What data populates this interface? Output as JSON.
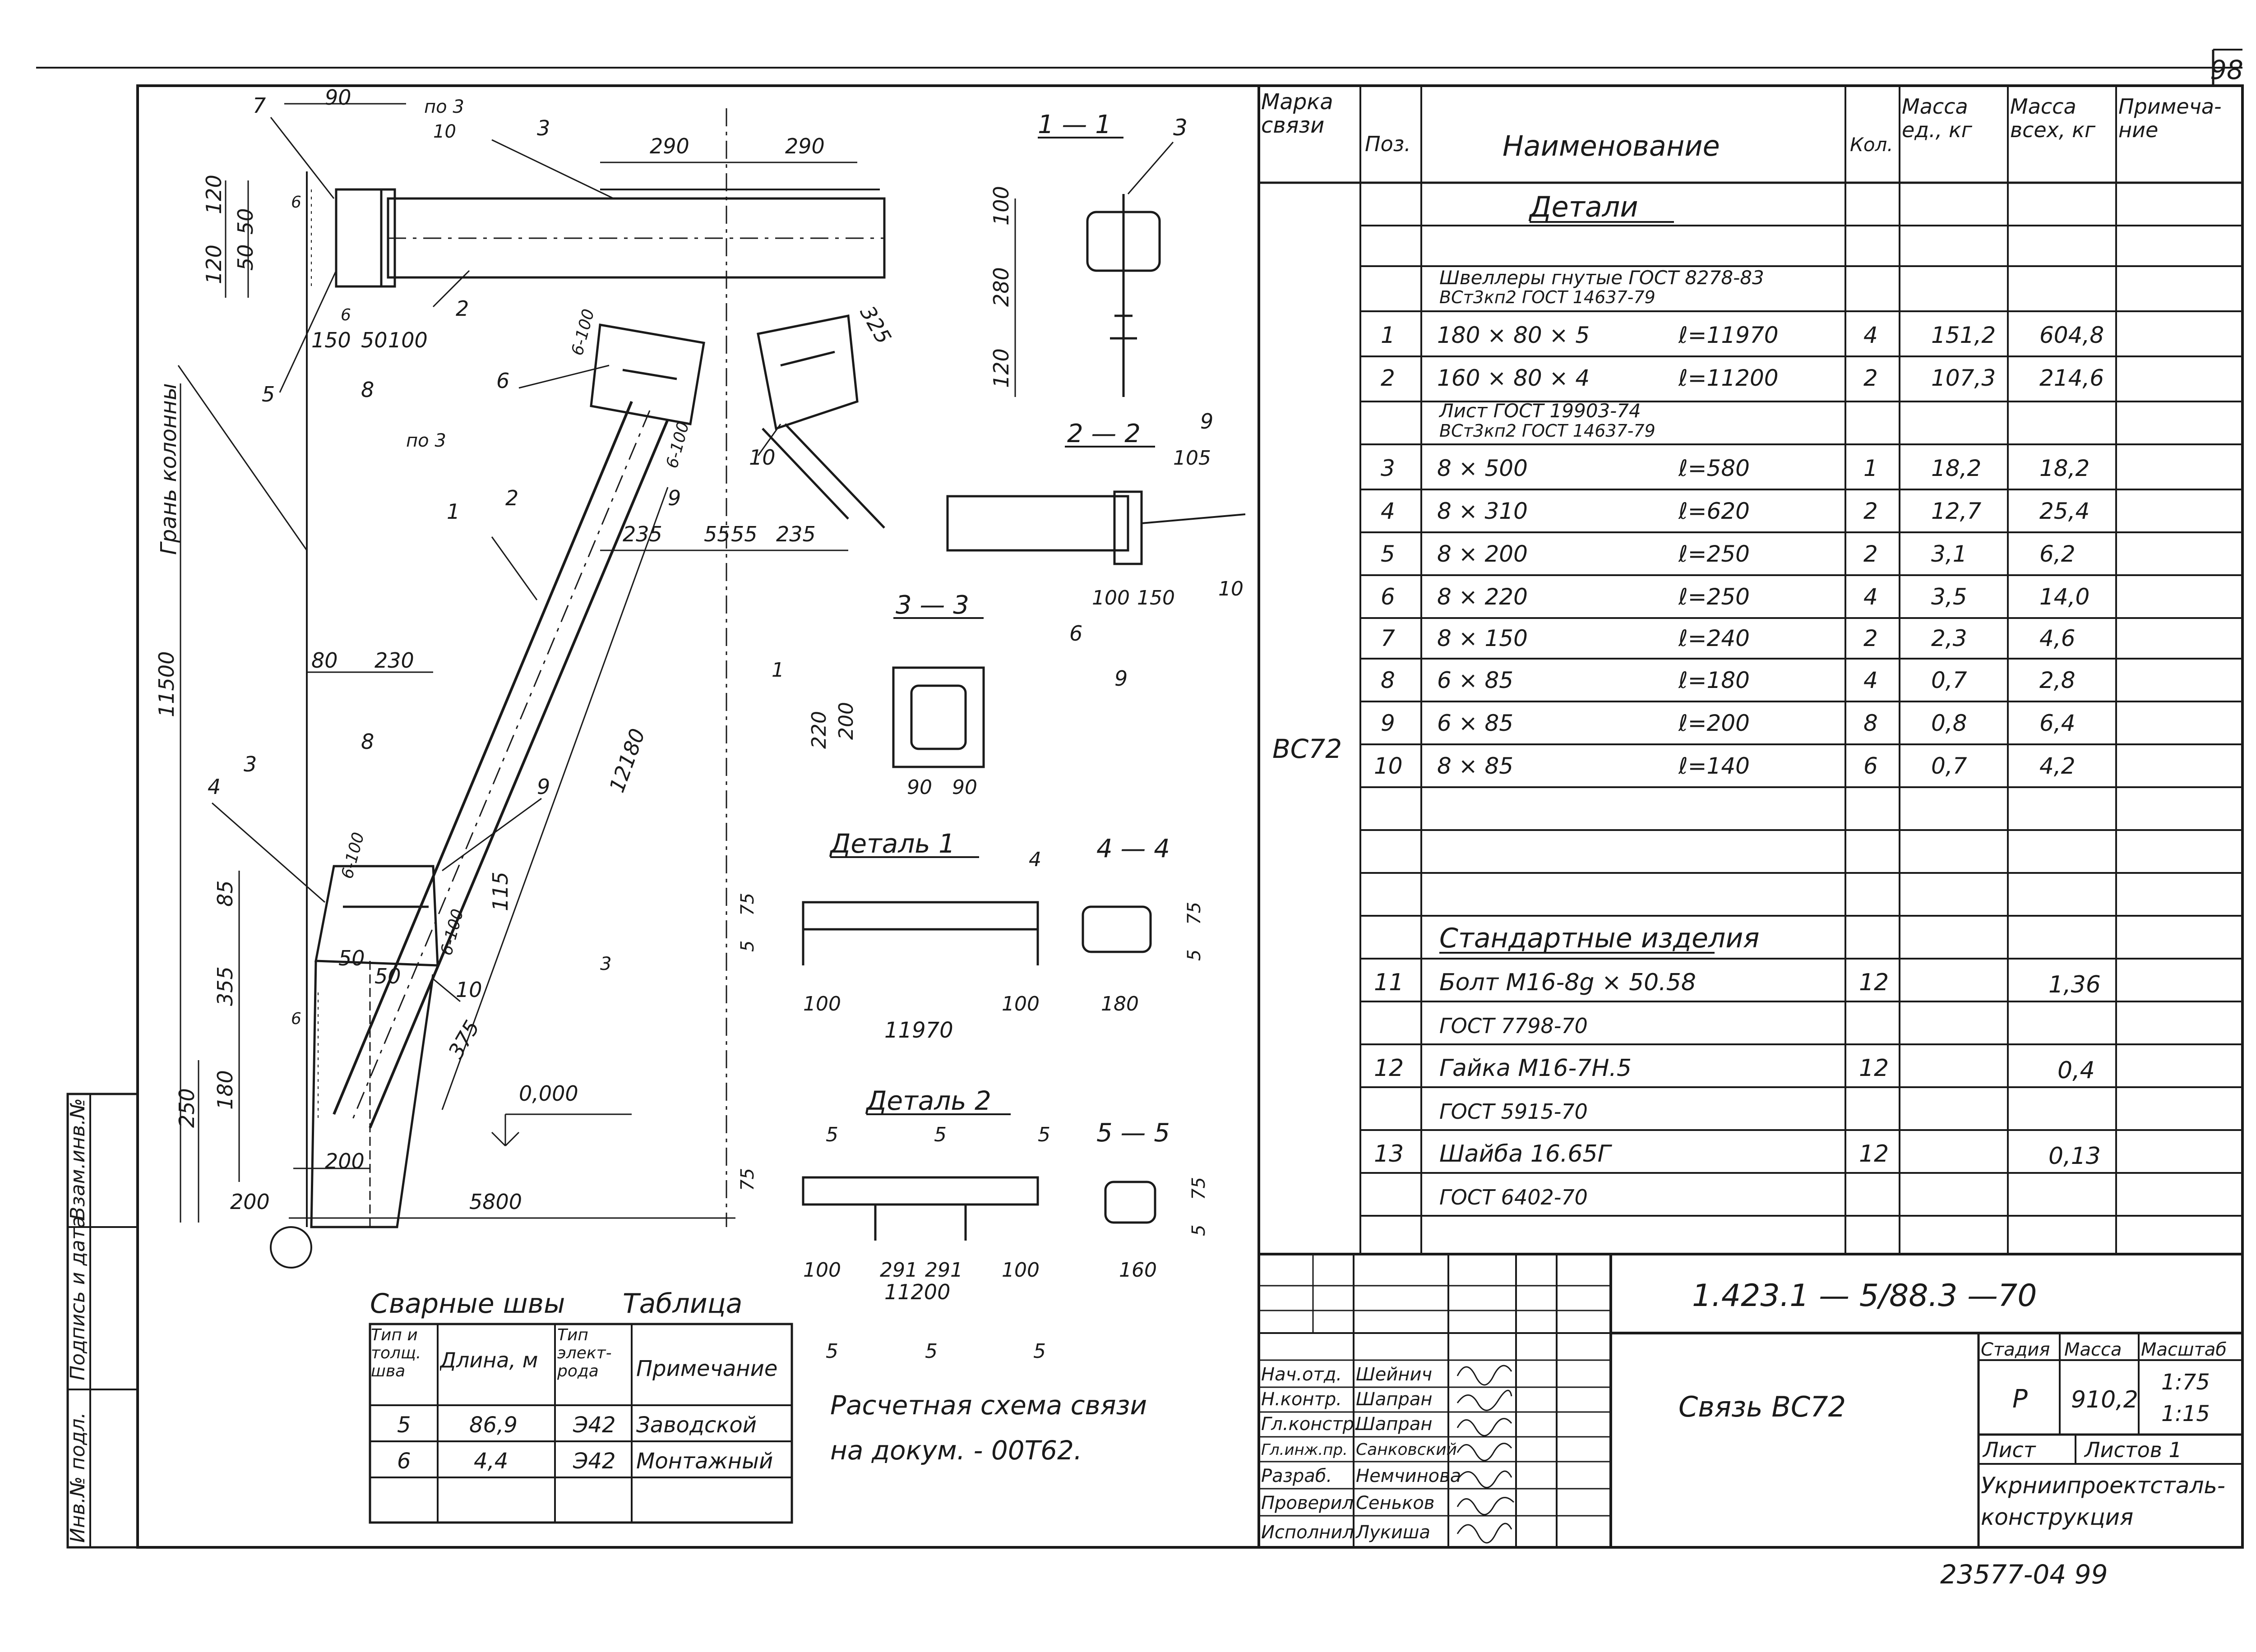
{
  "sheet": {
    "page_number": "98",
    "document_code": "1.423.1 — 5/88.3 —70",
    "title": "Связь ВС72",
    "stage_header": "Стадия",
    "mass_header": "Масса",
    "scale_header": "Масштаб",
    "stage": "Р",
    "mass": "910,2",
    "scale_1": "1:75",
    "scale_2": "1:15",
    "sheet_label": "Лист",
    "sheets_label": "Листов 1",
    "organization_1": "Укрниипроектсталь-",
    "organization_2": "конструкция",
    "footer_number": "23577-04  99"
  },
  "side_stamp": {
    "col1": "Инв.№ подл.",
    "col2": "Подпись и дата",
    "col3": "Взам.инв.№"
  },
  "approvals": [
    {
      "role": "Нач.отд.",
      "name": "Шейнич"
    },
    {
      "role": "Н.контр.",
      "name": "Шапран"
    },
    {
      "role": "Гл.констр.",
      "name": "Шапран"
    },
    {
      "role": "Гл.инж.пр.",
      "name": "Санковский"
    },
    {
      "role": "Разраб.",
      "name": "Немчинова"
    },
    {
      "role": "Проверил",
      "name": "Сеньков"
    },
    {
      "role": "Исполнил",
      "name": "Лукиша"
    }
  ],
  "spec": {
    "headers": {
      "mark": "Марка связи",
      "pos": "Поз.",
      "name": "Наименование",
      "qty": "Кол.",
      "unit_mass": "Масса ед., кг",
      "total_mass": "Масса всех, кг",
      "note": "Примеча-ние"
    },
    "mark_value": "ВС72",
    "section_details": "Детали",
    "section_standard": "Стандартные изделия",
    "gost_channels_1": "Швеллеры гнутые ГОСТ 8278-83",
    "gost_channels_2": "ВСт3кп2       ГОСТ 14637-79",
    "gost_sheet_1": "Лист   ГОСТ 19903-74",
    "gost_sheet_2": "ВСт3кп2    ГОСТ 14637-79",
    "rows": [
      {
        "pos": "1",
        "name": "180 × 80 × 5",
        "len": "ℓ=11970",
        "qty": "4",
        "unit": "151,2",
        "total": "604,8"
      },
      {
        "pos": "2",
        "name": "160 × 80 × 4",
        "len": "ℓ=11200",
        "qty": "2",
        "unit": "107,3",
        "total": "214,6"
      },
      {
        "pos": "3",
        "name": "8 × 500",
        "len": "ℓ=580",
        "qty": "1",
        "unit": "18,2",
        "total": "18,2"
      },
      {
        "pos": "4",
        "name": "8 × 310",
        "len": "ℓ=620",
        "qty": "2",
        "unit": "12,7",
        "total": "25,4"
      },
      {
        "pos": "5",
        "name": "8 × 200",
        "len": "ℓ=250",
        "qty": "2",
        "unit": "3,1",
        "total": "6,2"
      },
      {
        "pos": "6",
        "name": "8 × 220",
        "len": "ℓ=250",
        "qty": "4",
        "unit": "3,5",
        "total": "14,0"
      },
      {
        "pos": "7",
        "name": "8 × 150",
        "len": "ℓ=240",
        "qty": "2",
        "unit": "2,3",
        "total": "4,6"
      },
      {
        "pos": "8",
        "name": "6 × 85",
        "len": "ℓ=180",
        "qty": "4",
        "unit": "0,7",
        "total": "2,8"
      },
      {
        "pos": "9",
        "name": "6 × 85",
        "len": "ℓ=200",
        "qty": "8",
        "unit": "0,8",
        "total": "6,4"
      },
      {
        "pos": "10",
        "name": "8 × 85",
        "len": "ℓ=140",
        "qty": "6",
        "unit": "0,7",
        "total": "4,2"
      }
    ],
    "standard": [
      {
        "pos": "11",
        "name": "Болт  М16-8g × 50.58",
        "gost": "ГОСТ  7798-70",
        "qty": "12",
        "total": "1,36"
      },
      {
        "pos": "12",
        "name": "Гайка  М16-7Н.5",
        "gost": "ГОСТ 5915-70",
        "qty": "12",
        "total": "0,4"
      },
      {
        "pos": "13",
        "name": "Шайба  16.65Г",
        "gost": "ГОСТ 6402-70",
        "qty": "12",
        "total": "0,13"
      }
    ]
  },
  "weld_table": {
    "caption_left": "Сварные швы",
    "caption_right": "Таблица",
    "headers": {
      "type": "Тип и толщ. шва",
      "length": "Длина, м",
      "electrode": "Тип элект-рода",
      "note": "Примечание"
    },
    "rows": [
      {
        "type": "5",
        "length": "86,9",
        "electrode": "Э42",
        "note": "Заводской"
      },
      {
        "type": "6",
        "length": "4,4",
        "electrode": "Э42",
        "note": "Монтажный"
      }
    ]
  },
  "notes": {
    "calc_line1": "Расчетная схема связи",
    "calc_line2": "на докум.  - 00Т62."
  },
  "drawing": {
    "column_face": "Грань колонны",
    "dims": {
      "d90": "90",
      "d290a": "290",
      "d290b": "290",
      "d120a": "120",
      "d50a": "50",
      "d50b": "50",
      "d120b": "120",
      "d150": "150",
      "d50c": "50",
      "d100": "100",
      "d100b": "100",
      "d280": "280",
      "d120c": "120",
      "d325": "325",
      "d235a": "235",
      "d55a": "55",
      "d55b": "55",
      "d235b": "235",
      "d11500": "11500",
      "d12180": "12180",
      "d80": "80",
      "d230": "230",
      "d85": "85",
      "d355": "355",
      "d180": "180",
      "d250": "250",
      "d115": "115",
      "d375": "375",
      "d50d": "50",
      "d50e": "50",
      "d200": "200",
      "d200b": "200",
      "d5800": "5800",
      "zero": "0,000",
      "p6_100a": "6-100",
      "p6_100b": "6-100",
      "p6_100c": "6-100",
      "p6_100d": "6-100"
    },
    "labels": {
      "pos1": "1",
      "pos2": "2",
      "pos3": "3",
      "pos4": "4",
      "pos5": "5",
      "pos6": "6",
      "pos7": "7",
      "pos8": "8",
      "pos9": "9",
      "pos10": "10",
      "pos6b": "6",
      "pos8b": "8",
      "pos9b": "9",
      "pos10b": "10",
      "n6a": "6",
      "n6b": "6",
      "n6c": "6",
      "mark_po3": "по 3",
      "mark_10": "10",
      "mark_po3b": "по 3",
      "sec2": "2",
      "sec3": "3"
    },
    "sections": {
      "s11": "1 — 1",
      "s11_pos": "3",
      "s22": "2 — 2",
      "s22_pos9": "9",
      "s22_105": "105",
      "s22_10": "10",
      "s22_100": "100",
      "s22_150": "150",
      "s33": "3 — 3",
      "s33_pos6": "6",
      "s33_pos9": "9",
      "s33_220": "220",
      "s33_200": "200",
      "s33_90a": "90",
      "s33_90b": "90",
      "s33_1": "1",
      "det1": "Деталь 1",
      "det1_4": "4",
      "det1_75": "75",
      "det1_5": "5",
      "det1_100a": "100",
      "det1_100b": "100",
      "det1_11970": "11970",
      "sec44": "4 — 4",
      "sec44_4": "4",
      "sec44_180": "180",
      "sec44_75": "75",
      "sec44_5": "5",
      "det2": "Деталь 2",
      "det2_5a": "5",
      "det2_5b": "5",
      "det2_5c": "5",
      "det2_75": "75",
      "det2_100a": "100",
      "det2_291a": "291",
      "det2_291b": "291",
      "det2_100b": "100",
      "det2_11200": "11200",
      "det2_5d": "5",
      "det2_5e": "5",
      "det2_5f": "5",
      "sec55": "5 — 5",
      "sec55_160": "160",
      "sec55_75": "75",
      "sec55_5": "5"
    }
  }
}
